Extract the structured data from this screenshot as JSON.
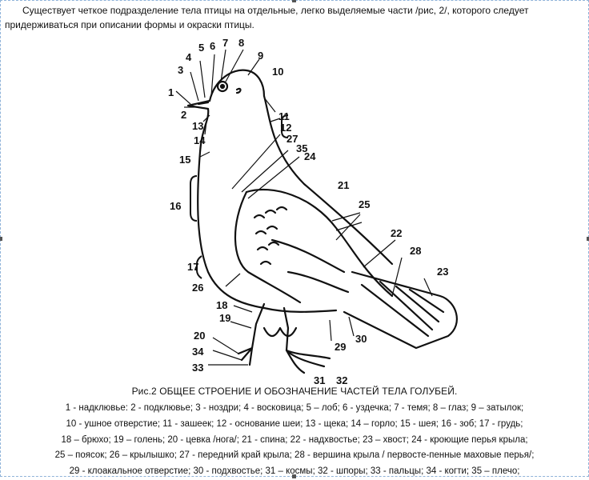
{
  "intro_text": "Существует четкое подразделение тела птицы на отдельные, легко выделяемые части /рис, 2/, которого следует придерживаться при описании формы и окраски птицы.",
  "figure": {
    "title": "Рис.2 ОБЩЕЕ СТРОЕНИЕ И ОБОЗНАЧЕНИЕ ЧАСТЕЙ ТЕЛА ГОЛУБЕЙ.",
    "labels": [
      "1",
      "2",
      "3",
      "4",
      "5",
      "6",
      "7",
      "8",
      "9",
      "10",
      "11",
      "12",
      "13",
      "14",
      "15",
      "16",
      "17",
      "18",
      "19",
      "20",
      "21",
      "22",
      "23",
      "24",
      "25",
      "26",
      "27",
      "28",
      "29",
      "30",
      "31",
      "32",
      "33",
      "34",
      "35"
    ]
  },
  "legend_lines": [
    "1 - надклювье: 2 - подклювье; 3 - ноздри; 4 - восковица; 5 – лоб; 6 - уздечка; 7 - темя; 8 – глаз; 9 – затылок;",
    "10 - ушное отверстие; 11 - зашеек; 12 - основание шеи; 13 - щека; 14 – горло; 15 - шея; 16 - зоб; 17 - грудь;",
    "18 – брюхо; 19 – голень; 20 - цевка /нога/; 21 - спина; 22 - надхвостье; 23 – хвост; 24 - кроющие перья крыла;",
    "25 – поясок; 26 – крылышко; 27 - передний край крыла; 28 - вершина крыла / первосте-пенные маховые перья/;",
    "29 - клоакальное отверстие; 30 - подхвостье; 31 – космы; 32 - шпоры; 33 - пальцы; 34 - когти; 35 – плечо;"
  ]
}
